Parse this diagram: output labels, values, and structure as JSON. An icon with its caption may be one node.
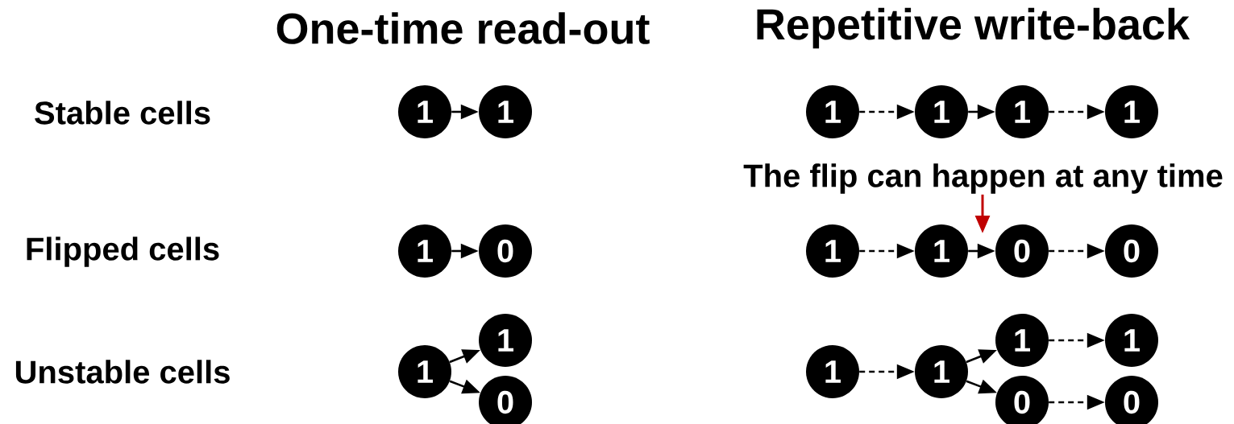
{
  "diagram": {
    "nodes": [
      {
        "text": [
          "1"
        ]
      },
      {
        "text": [
          "1"
        ]
      },
      {
        "text": [
          "1"
        ]
      },
      {
        "text": [
          "1"
        ]
      },
      {
        "text": [
          "1"
        ]
      },
      {
        "text": [
          "1"
        ]
      },
      {
        "text": [
          "The flip can happen at any time"
        ]
      },
      {
        "text": [
          "1"
        ]
      },
      {
        "text": [
          "0"
        ]
      },
      {
        "text": [
          "1"
        ]
      },
      {
        "text": [
          "1"
        ]
      },
      {
        "text": [
          "0"
        ]
      },
      {
        "text": [
          "0"
        ]
      },
      {
        "text": [
          "1"
        ]
      },
      {
        "text": [
          "1"
        ]
      },
      {
        "text": [
          "0"
        ]
      },
      {
        "text": [
          "1"
        ]
      },
      {
        "text": [
          "1"
        ]
      },
      {
        "text": [
          "1"
        ]
      },
      {
        "text": [
          "1"
        ]
      },
      {
        "text": [
          "0"
        ]
      },
      {
        "text": [
          "0"
        ]
      }
    ],
    "edges": [
      {
        "from": 0,
        "to": 1,
        "arrow": "to"
      },
      {
        "from": 2,
        "to": 3,
        "arrow": "to",
        "style": "dashed"
      },
      {
        "from": 3,
        "to": 4,
        "arrow": "to"
      },
      {
        "from": 4,
        "to": 5,
        "arrow": "to",
        "style": "dashed"
      },
      {
        "from": 6,
        "to": null,
        "arrow": "to",
        "color": "#c00000"
      },
      {
        "from": 7,
        "to": 8,
        "arrow": "to"
      },
      {
        "from": 9,
        "to": 10,
        "arrow": "to",
        "style": "dashed"
      },
      {
        "from": 10,
        "to": 11,
        "arrow": "to"
      },
      {
        "from": 11,
        "to": 12,
        "arrow": "to",
        "style": "dashed"
      },
      {
        "from": 13,
        "to": 14,
        "arrow": "to"
      },
      {
        "from": 13,
        "to": 15,
        "arrow": "to"
      },
      {
        "from": 16,
        "to": 17,
        "arrow": "to",
        "style": "dashed"
      },
      {
        "from": 17,
        "to": 18,
        "arrow": "to"
      },
      {
        "from": 17,
        "to": 20,
        "arrow": "to"
      },
      {
        "from": 18,
        "to": 19,
        "arrow": "to",
        "style": "dashed"
      },
      {
        "from": 20,
        "to": 21,
        "arrow": "to",
        "style": "dashed"
      }
    ],
    "labels": [
      "One-time read-out",
      "Repetitive write-back",
      "Stable cells",
      "Flipped cells",
      "Unstable cells"
    ]
  }
}
